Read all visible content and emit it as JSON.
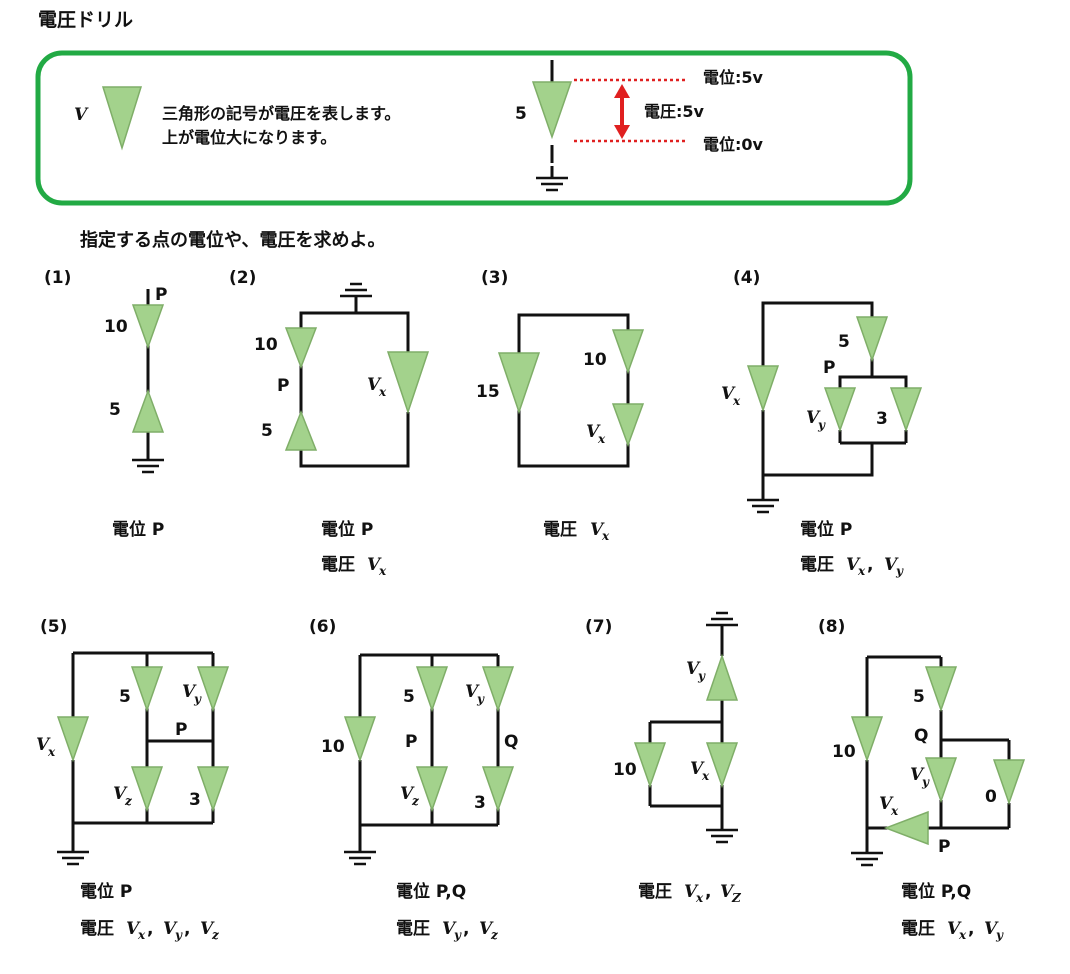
{
  "title": "電圧ドリル",
  "intro": {
    "symbol_label": "V",
    "text_line1": "三角形の記号が電圧を表します。",
    "text_line2": "上が電位大になります。",
    "example_value": "5",
    "potential_high": "電位:5v",
    "voltage": "電圧:5v",
    "potential_low": "電位:0v"
  },
  "instruction": "指定する点の電位や、電圧を求めよ。",
  "problems": {
    "p1": {
      "number": "(1)",
      "label_P": "P",
      "v_top": "10",
      "v_bottom": "5",
      "q1": "電位 P"
    },
    "p2": {
      "number": "(2)",
      "v_top": "10",
      "label_P": "P",
      "v_bottom": "5",
      "vx": "V",
      "vx_sub": "x",
      "q1": "電位 P",
      "q2": "電圧"
    },
    "p3": {
      "number": "(3)",
      "v_left": "15",
      "v_top": "10",
      "vx": "V",
      "vx_sub": "x",
      "q1": "電圧"
    },
    "p4": {
      "number": "(4)",
      "v_top": "5",
      "label_P": "P",
      "vx": "V",
      "vx_sub": "x",
      "vy": "V",
      "vy_sub": "y",
      "v_right": "3",
      "q1": "電位 P",
      "q2": "電圧"
    },
    "p5": {
      "number": "(5)",
      "v_top": "5",
      "vy": "V",
      "vy_sub": "y",
      "vx": "V",
      "vx_sub": "x",
      "label_P": "P",
      "vz": "V",
      "vz_sub": "z",
      "v_right": "3",
      "q1": "電位 P",
      "q2": "電圧"
    },
    "p6": {
      "number": "(6)",
      "v_top": "5",
      "vy": "V",
      "vy_sub": "y",
      "v_left": "10",
      "label_P": "P",
      "label_Q": "Q",
      "vz": "V",
      "vz_sub": "z",
      "v_right": "3",
      "q1": "電位 P,Q",
      "q2": "電圧"
    },
    "p7": {
      "number": "(7)",
      "vy": "V",
      "vy_sub": "y",
      "v_left": "10",
      "vx": "V",
      "vx_sub": "x",
      "q1": "電圧"
    },
    "p8": {
      "number": "(8)",
      "v_top": "5",
      "v_left": "10",
      "label_Q": "Q",
      "vy": "V",
      "vy_sub": "y",
      "v_right": "0",
      "vx": "V",
      "vx_sub": "x",
      "label_P": "P",
      "q1": "電位 P,Q",
      "q2": "電圧"
    }
  },
  "colors": {
    "frame_green": "#22aa44",
    "source_fill": "#a3d28c",
    "source_stroke": "#7fae68",
    "arrow_red": "#e02020",
    "wire": "#111111"
  }
}
